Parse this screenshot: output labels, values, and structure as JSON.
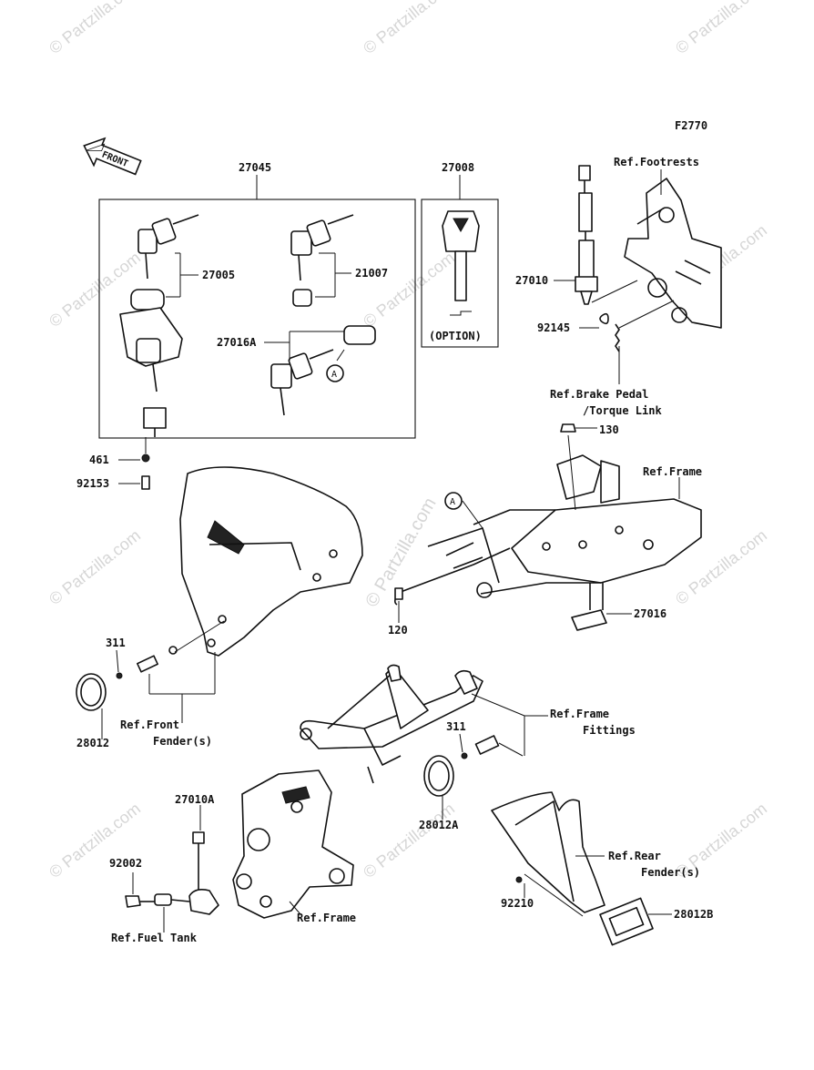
{
  "diagram": {
    "code": "F2770",
    "front_label": "FRONT",
    "option_label": "(OPTION)",
    "callout_a": "A",
    "watermark": "© Partzilla.com",
    "center_watermark": "© Partzilla.com",
    "parts": {
      "p27045": "27045",
      "p27008": "27008",
      "p27005": "27005",
      "p21007": "21007",
      "p27016A": "27016A",
      "p27010": "27010",
      "p92145": "92145",
      "p461": "461",
      "p92153": "92153",
      "p130": "130",
      "p120": "120",
      "p27016": "27016",
      "p311a": "311",
      "p28012": "28012",
      "p311b": "311",
      "p28012A": "28012A",
      "p27010A": "27010A",
      "p92002": "92002",
      "p92210": "92210",
      "p28012B": "28012B"
    },
    "refs": {
      "footrests": "Ref.Footrests",
      "brake1": "Ref.Brake Pedal",
      "brake2": "/Torque Link",
      "frame1": "Ref.Frame",
      "front_fender1": "Ref.Front",
      "front_fender2": "Fender(s)",
      "frame_fittings1": "Ref.Frame",
      "frame_fittings2": "Fittings",
      "rear_fender1": "Ref.Rear",
      "rear_fender2": "Fender(s)",
      "fuel_tank": "Ref.Fuel Tank",
      "frame2": "Ref.Frame"
    }
  }
}
